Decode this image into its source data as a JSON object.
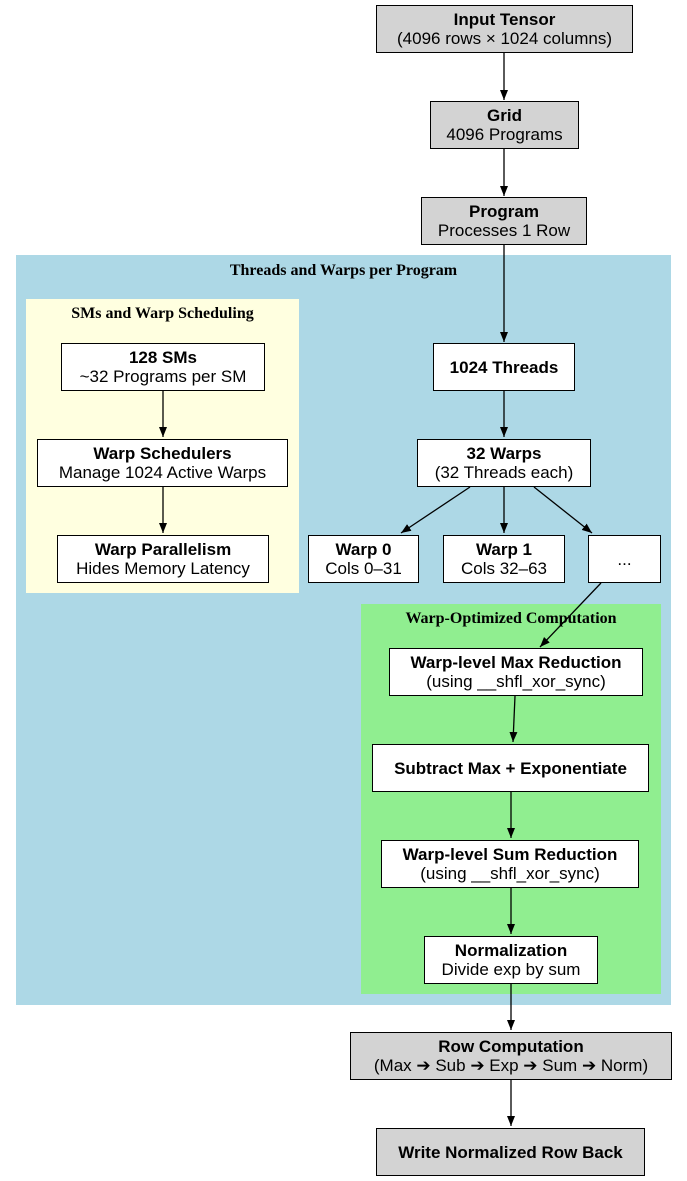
{
  "clusters": {
    "threads": {
      "title": "Threads and Warps per Program",
      "color": "#add8e6"
    },
    "sms": {
      "title": "SMs and Warp Scheduling",
      "color": "#ffffe0"
    },
    "computation": {
      "title": "Warp-Optimized Computation",
      "color": "#90ee90"
    }
  },
  "nodes": {
    "input_tensor": {
      "title": "Input Tensor",
      "subtitle": "(4096 rows × 1024 columns)"
    },
    "grid": {
      "title": "Grid",
      "subtitle": "4096 Programs"
    },
    "program": {
      "title": "Program",
      "subtitle": "Processes 1 Row"
    },
    "sms": {
      "title": "128 SMs",
      "subtitle": "~32 Programs per SM"
    },
    "warp_schedulers": {
      "title": "Warp Schedulers",
      "subtitle": "Manage 1024 Active Warps"
    },
    "warp_parallelism": {
      "title": "Warp Parallelism",
      "subtitle": "Hides Memory Latency"
    },
    "threads": {
      "title": "1024 Threads"
    },
    "warps": {
      "title": "32 Warps",
      "subtitle": "(32 Threads each)"
    },
    "warp0": {
      "title": "Warp 0",
      "subtitle": "Cols 0–31"
    },
    "warp1": {
      "title": "Warp 1",
      "subtitle": "Cols 32–63"
    },
    "warp_more": {
      "label": "..."
    },
    "max_reduction": {
      "title": "Warp-level Max Reduction",
      "subtitle": "(using __shfl_xor_sync)"
    },
    "subtract_exp": {
      "title": "Subtract Max + Exponentiate"
    },
    "sum_reduction": {
      "title": "Warp-level Sum Reduction",
      "subtitle": "(using __shfl_xor_sync)"
    },
    "normalization": {
      "title": "Normalization",
      "subtitle": "Divide exp by sum"
    },
    "row_computation": {
      "title": "Row Computation",
      "subtitle": "(Max ➔ Sub ➔ Exp ➔ Sum ➔ Norm)"
    },
    "write_back": {
      "title": "Write Normalized Row Back"
    }
  },
  "colors": {
    "terminal_fill": "#d3d3d3",
    "inner_fill": "#ffffff",
    "edge": "#000000"
  }
}
